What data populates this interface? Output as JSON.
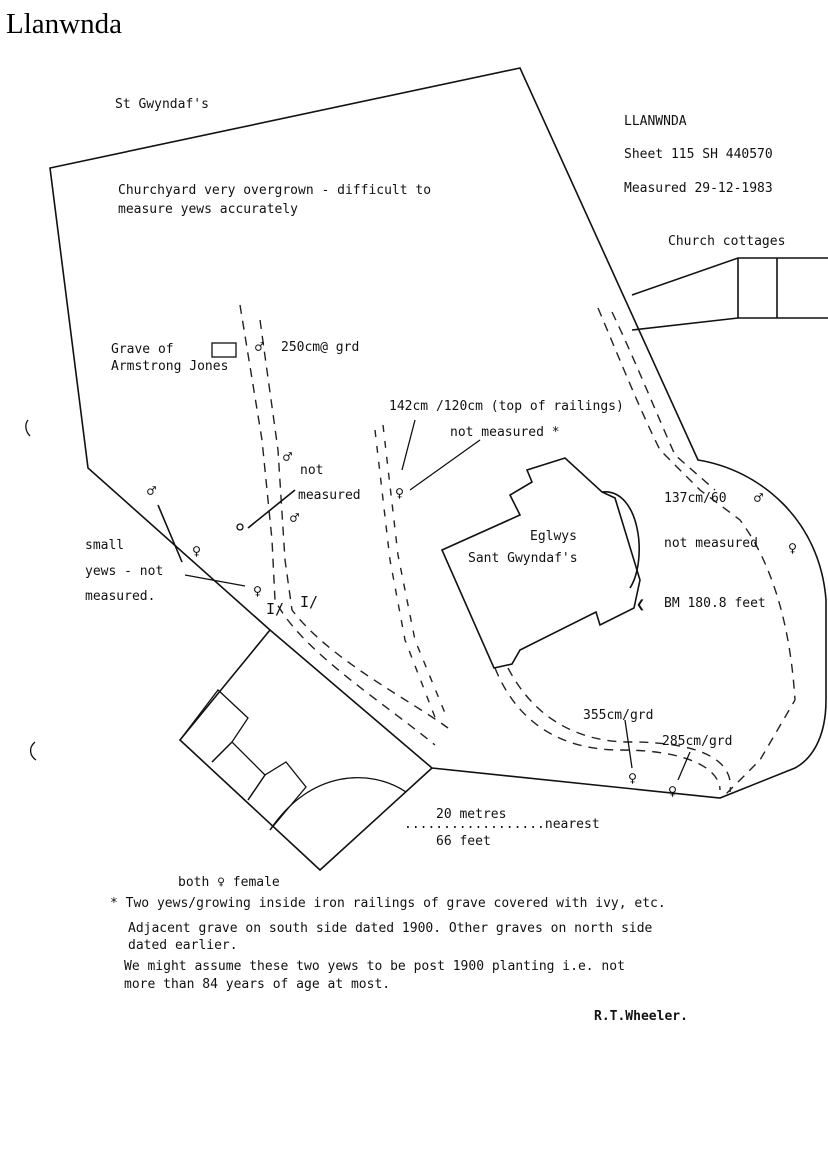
{
  "page_title": "Llanwnda",
  "labels": {
    "church_name_small": "St Gwyndaf's",
    "site_name": "LLANWNDA",
    "sheet": "Sheet  115 SH 440570",
    "measured": "Measured  29-12-1983",
    "note_line1": "Churchyard very  overgrown  - difficult to",
    "note_line2": "measure yews accurately",
    "church_cottages": "Church cottages",
    "grave_line1": "Grave of",
    "grave_line2": "Armstrong Jones",
    "yew_250": "250cm@ grd",
    "yew_142": "142cm /120cm (top of railings)",
    "not_measured_star": "not measured  *",
    "not_1": "not",
    "measured_1": "measured",
    "small": "small",
    "yews_not": "yews - not",
    "measured_2": "measured.",
    "church_line1": "Eglwys",
    "church_line2": "Sant Gwyndaf's",
    "yew_137": "137cm/60",
    "not_measured_2": "not measured",
    "bm": "BM 180.8 feet",
    "yew_355": "355cm/grd",
    "yew_285": "285cm/grd",
    "scale_metres": "20 metres",
    "scale_nearest": "..................nearest",
    "scale_feet": "66 feet",
    "both_female": "both ♀ female",
    "footnote1": "* Two yews/growing inside iron railings of grave covered with ivy, etc.",
    "footnote2": "Adjacent grave on south side dated 1900. Other graves on north side",
    "footnote3": "dated earlier.",
    "footnote4": "We might assume these two yews to be post 1900 planting i.e. not",
    "footnote5": "more than 84 years of age at most.",
    "signature": "R.T.Wheeler."
  },
  "symbols": {
    "male": "♂",
    "female": "♀"
  }
}
